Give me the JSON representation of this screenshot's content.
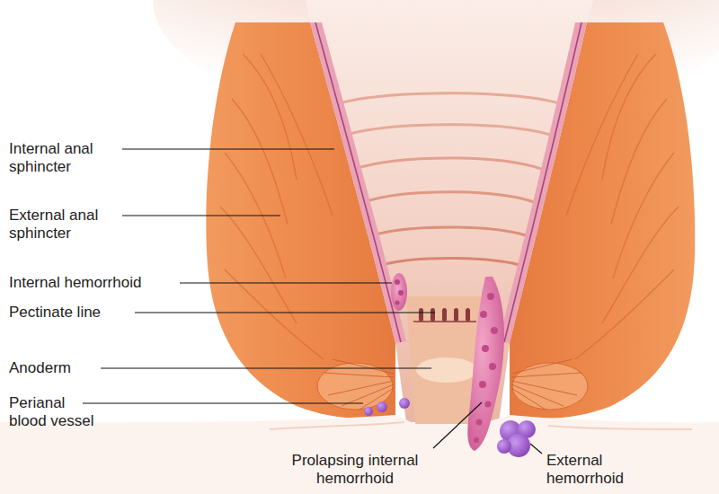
{
  "diagram": {
    "labels": [
      "Internal anal sphincter",
      "External anal sphincter",
      "Internal hemorrhoid",
      "Pectinate line",
      "Anoderm",
      "Perianal blood vessel",
      "Prolapsing internal hemorrhoid",
      "External hemorrhoid"
    ]
  }
}
